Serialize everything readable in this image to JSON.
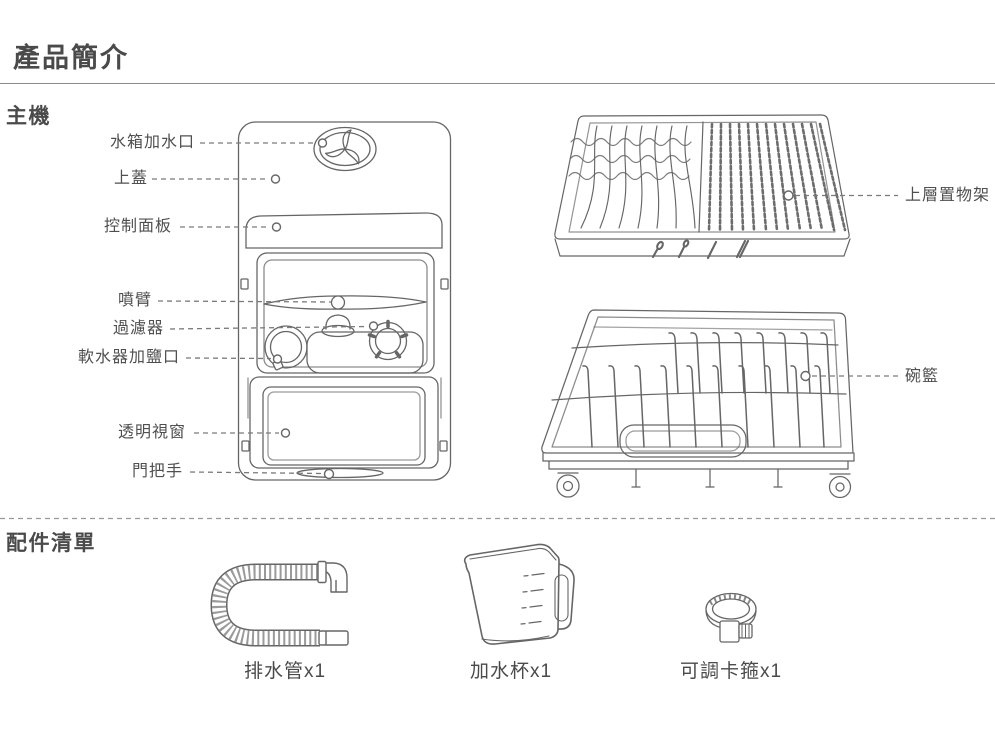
{
  "page_title": "產品簡介",
  "sections": {
    "main_unit": "主機",
    "accessories": "配件清單"
  },
  "main_unit": {
    "labels_left": [
      {
        "id": "water-tank-inlet",
        "text": "水箱加水口"
      },
      {
        "id": "top-cover",
        "text": "上蓋"
      },
      {
        "id": "control-panel",
        "text": "控制面板"
      },
      {
        "id": "spray-arm",
        "text": "噴臂"
      },
      {
        "id": "filter",
        "text": "過濾器"
      },
      {
        "id": "softener-salt-inlet",
        "text": "軟水器加鹽口"
      },
      {
        "id": "transparent-window",
        "text": "透明視窗"
      },
      {
        "id": "door-handle",
        "text": "門把手"
      }
    ],
    "labels_right": [
      {
        "id": "upper-rack",
        "text": "上層置物架"
      },
      {
        "id": "bowl-basket",
        "text": "碗籃"
      }
    ]
  },
  "accessories": [
    {
      "id": "drain-hose",
      "text": "排水管x1"
    },
    {
      "id": "water-cup",
      "text": "加水杯x1"
    },
    {
      "id": "adjustable-clamp",
      "text": "可調卡箍x1"
    }
  ],
  "colors": {
    "line_art": "#666666",
    "text": "#4a4a4a",
    "leader_dash": "#7a7a7a",
    "divider_dash": "#999999"
  }
}
